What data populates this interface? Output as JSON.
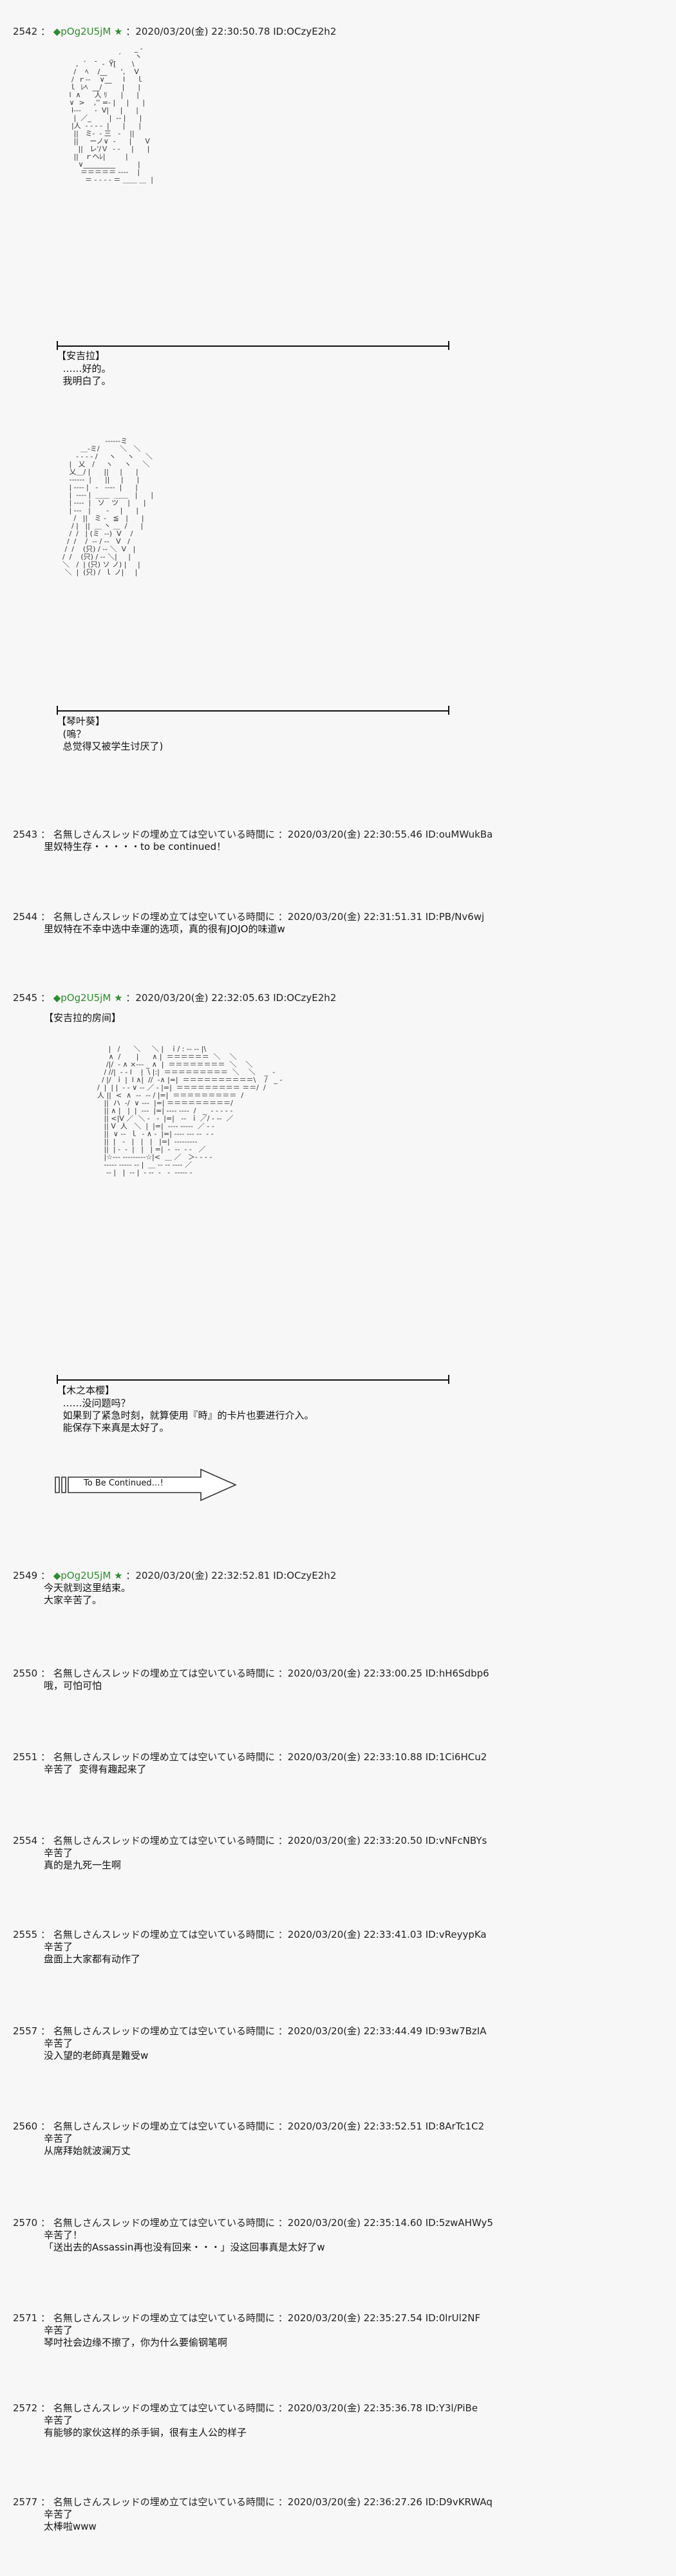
{
  "posts": [
    {
      "num": "2542",
      "name": "◆pOg2U5jM",
      "star": "★",
      "date": "2020/03/20(金) 22:30:50.78 ID:OCzyE2h2"
    },
    {
      "num": "2543",
      "name": "名無しさんスレッドの埋め立ては空いている時間に",
      "date": "2020/03/20(金) 22:30:55.46 ID:ouMWukBa",
      "body": "里奴特生存・・・・・to be continued！"
    },
    {
      "num": "2544",
      "name": "名無しさんスレッドの埋め立ては空いている時間に",
      "date": "2020/03/20(金) 22:31:51.31 ID:PB/Nv6wj",
      "body": "里奴特在不幸中选中幸運的选项，真的很有JOJO的味道w"
    },
    {
      "num": "2545",
      "name": "◆pOg2U5jM",
      "star": "★",
      "date": "2020/03/20(金) 22:32:05.63 ID:OCzyE2h2",
      "body": "【安吉拉的房间】"
    },
    {
      "num": "2549",
      "name": "◆pOg2U5jM",
      "star": "★",
      "date": "2020/03/20(金) 22:32:52.81 ID:OCzyE2h2",
      "body": "今天就到这里结束。\n大家辛苦了。"
    },
    {
      "num": "2550",
      "name": "名無しさんスレッドの埋め立ては空いている時間に",
      "date": "2020/03/20(金) 22:33:00.25 ID:hH6Sdbp6",
      "body": "哦，可怕可怕"
    },
    {
      "num": "2551",
      "name": "名無しさんスレッドの埋め立ては空いている時間に",
      "date": "2020/03/20(金) 22:33:10.88 ID:1Ci6HCu2",
      "body": "辛苦了  変得有趣起来了"
    },
    {
      "num": "2554",
      "name": "名無しさんスレッドの埋め立ては空いている時間に",
      "date": "2020/03/20(金) 22:33:20.50 ID:vNFcNBYs",
      "body": "辛苦了\n真的是九死一生啊"
    },
    {
      "num": "2555",
      "name": "名無しさんスレッドの埋め立ては空いている時間に",
      "date": "2020/03/20(金) 22:33:41.03 ID:vReyypKa",
      "body": "辛苦了\n盘面上大家都有动作了"
    },
    {
      "num": "2557",
      "name": "名無しさんスレッドの埋め立ては空いている時間に",
      "date": "2020/03/20(金) 22:33:44.49 ID:93w7BzIA",
      "body": "辛苦了\n没入望的老師真是難受w"
    },
    {
      "num": "2560",
      "name": "名無しさんスレッドの埋め立ては空いている時間に",
      "date": "2020/03/20(金) 22:33:52.51 ID:8ArTc1C2",
      "body": "辛苦了\n从席拜始就波澜万丈"
    },
    {
      "num": "2570",
      "name": "名無しさんスレッドの埋め立ては空いている時間に",
      "date": "2020/03/20(金) 22:35:14.60 ID:5zwAHWy5",
      "body": "辛苦了！\n「送出去的Assassin再也没有回来・・・」没这回事真是太好了w"
    },
    {
      "num": "2571",
      "name": "名無しさんスレッドの埋め立ては空いている時間に",
      "date": "2020/03/20(金) 22:35:27.54 ID:0lrUl2NF",
      "body": "辛苦了\n琴吋社会边缘不擦了，你为什么要偷钢笔啊"
    },
    {
      "num": "2572",
      "name": "名無しさんスレッドの埋め立ては空いている時間に",
      "date": "2020/03/20(金) 22:35:36.78 ID:Y3l/PiBe",
      "body": "辛苦了\n有能够的家伙这样的杀手锏，很有主人公的样子"
    },
    {
      "num": "2577",
      "name": "名無しさんスレッドの埋め立ては空いている時間に",
      "date": "2020/03/20(金) 22:36:27.26 ID:D9vKRWAq",
      "body": "辛苦了\n太棒啦www"
    }
  ],
  "scenes": {
    "s1": {
      "speaker": "【安吉拉】",
      "lines": "  ……好的。\n  我明白了。",
      "art": "                                  _ -\n                       _  ´      ヽ\n        ,  ´     ̄  -  Y[       \\\n       /    ﾍ    /__      ‘,    V\n      /  ｒ‐‐    ∨__     l     ｌ\n     ｌ  ﾚﾍ  __/         |      |\n     l  ∧      人 ﾘ      |      |\n     ∨  >    ,'' =‐ |     |      |\n      l‐‐‐      ‐  V|     |      |\n       |  ／_        |  ‐‐ |      |\n      |人  ‐ ‐ ‐ ‐  |      |      |\n       ||   ミ‐  ‐ 三   ‐    ||\n       ||     ーノ∨  ‐      |      V\n         ||   レ'/Ｖ  ‐ ‐     |      |\n       ||   ｒヘﾚ|         |\n         ∨_________          |\n          ＝＝＝＝＝ ‐‐‐‐    |\n            ＝ ‐ ‐ ‐ ‐ ＝ ＿＿ ＿  |"
    },
    "s2": {
      "speaker": "【琴叶葵】",
      "lines": "  (嗚？\n  总觉得又被学生讨厌了)",
      "art": "                     ‐‐‐‐‐‐ミ\n          ＿‐ミ/         ＼   ＼\n        ‐ ‐ ‐ ‐ /     ヽ     ヽ     ＼\n     |   乂   /     ヽ     ヽ     ＼\n     乂＿/ |      ||     |      |\n     ‐‐‐‐‐‐  |      ||     |      |\n     | ‐‐‐‐ |   ‐   ‐‐‐‐  |      |\n     |  ‐‐‐‐ |  ＿＿  ＿＿   |      |\n     | ‐‐‐‐  |   ソ   ツ    |      |\n     | ‐‐‐   |       ‐     |      |\n       /   ||   ミ ‐   ≦   |      |\n      / |   ||  ＿ 丶 ＿  /      |\n     /  /   | (ミ  ‐‐)  V    /\n    /  /    /  ‐‐ / ‐‐   V   /\n   /  /    (只) / ‐‐ ＼  V   |\n  /  /    (只) / ‐‐ ＼|     |\n  ＼   /  | (只) ソ ノ) |     |\n   ＼  |  (只) /  ｌ ノ|     |"
    },
    "s3": {
      "speaker": "【木之本樱】",
      "lines": "  ……没问题吗？\n  如果到了紧急时刻，就算使用『時』的卡片也要进行介入。\n  能保存下来真是太好了。",
      "art": "           |   /      ＼     ＼ |   ｉ/ : ‐‐ ‐‐ |\\\n           ∧  /       |      ∧ |  ＝＝＝＝＝＝  ＼    ＼\n          /|/  ‐ ∧ ×‐‐‐ _ ∧  |  ＝＝＝＝＝＝＝＝  ＼    ＼\n         / //|  ‐ ‐ l    |  \\ |:|  ＝＝＝＝＝＝＝＝＝  ＼    ＼    _  -\n        / |/  ｉ |  l ∧|  //  ‐∧ |=|  ＝＝＝＝＝＝＝＝＝＝\\    /   _ -\n      /  |  | |  ‐ ‐ ∨ ‐‐ ／ ‐ |=|  ＝＝＝＝＝＝＝＝＝ ＝＝/  /\n      人 ||  <  ∧  ‐‐  ‐‐ / |=|  ＝＝＝＝＝＝＝＝＝  /\n         ||  ハ  ‐/  ∨ ‐‐‐  |=| ＝＝＝＝＝＝＝＝＝/\n         || ∧ |   |  |  ‐‐‐  |=| ‐‐‐‐ ‐‐‐‐  /   _  ‐ ‐ ‐ ‐ ‐\n         || <|Ⅴ ／  ＼ ‐   ‐  |=|   ‐‐  ｉ ／/ ‐ ‐‐  ／\n         || V  人   ＼  |  |=|  ‐‐‐‐ ‐‐‐‐‐  ／ ‐ ‐\n         ||  ∨ ‐‐  ｌ  ‐ ∧ ‐  |=| ‐‐‐‐ ‐‐‐ ‐‐  ‐ ‐\n         ||  |   ‐   |   |   |   |=|  ‐‐‐‐‐‐‐‐‐\n         ||  | ‐  ‐  |   |   | =|  ‐  ‐‐  ‐ ‐   ／\n         |☆‐‐‐ ‐‐‐‐‐‐‐‐‐☆|<  ＿ ／   ＞‐ ‐ ‐ ‐\n         ‐‐‐‐‐ ‐‐‐‐‐ ‐‐ |  ＿ ‐‐ ‐‐ ‐‐‐‐ ／\n          ‐‐ |   |  ‐‐ |  ‐ ‐‐  ‐   ‐  ‐‐‐‐‐ ‐"
    },
    "continued": "To Be Continued…!"
  }
}
